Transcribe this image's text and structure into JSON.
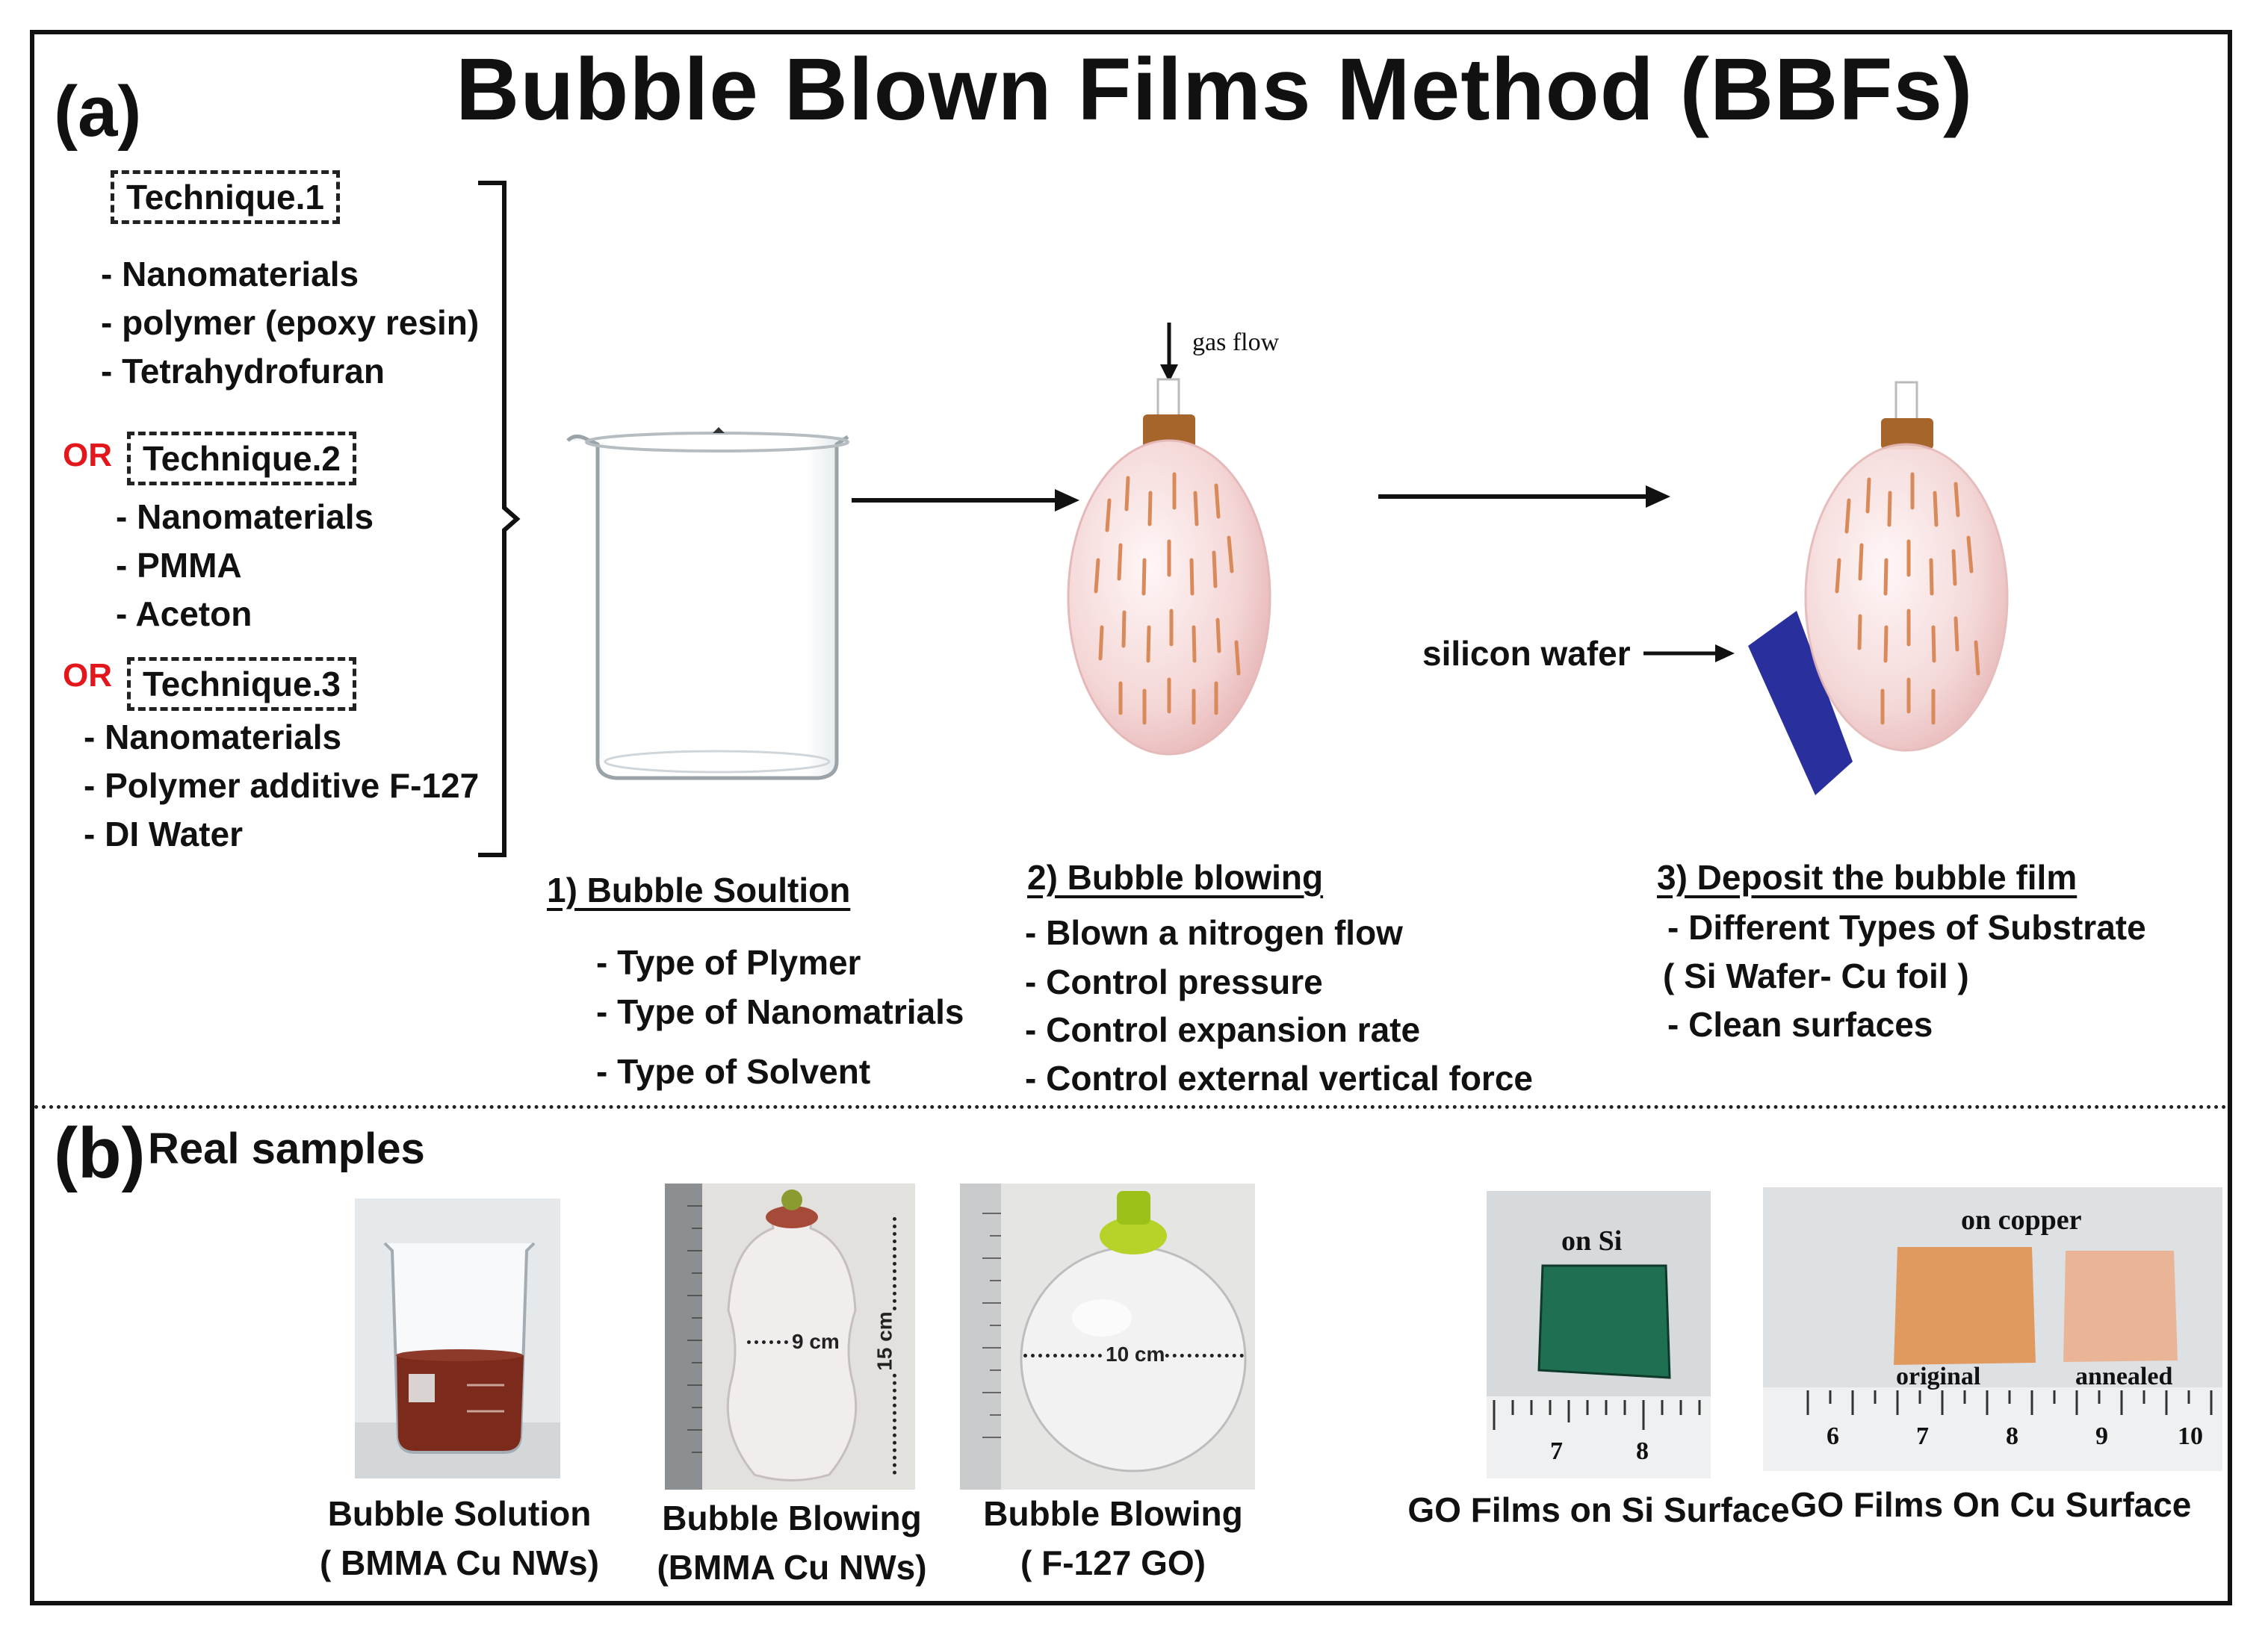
{
  "panel_a": {
    "label": "(a)",
    "title": "Bubble Blown Films Method (BBFs)",
    "or_label": "OR",
    "techniques": [
      {
        "name": "Technique.1",
        "items": [
          "- Nanomaterials",
          "- polymer (epoxy resin)",
          "- Tetrahydrofuran"
        ]
      },
      {
        "name": "Technique.2",
        "items": [
          "- Nanomaterials",
          "- PMMA",
          "- Aceton"
        ]
      },
      {
        "name": "Technique.3",
        "items": [
          "- Nanomaterials",
          "- Polymer additive F-127",
          "- DI Water"
        ]
      }
    ],
    "gas_flow_label": "gas flow",
    "silicon_wafer_label": "silicon wafer",
    "steps": [
      {
        "heading": "1) Bubble Soultion",
        "items": [
          "- Type of Plymer",
          "- Type of Nanomatrials",
          "- Type of Solvent"
        ]
      },
      {
        "heading": "2) Bubble blowing",
        "items": [
          "- Blown a nitrogen flow",
          "- Control pressure",
          "- Control expansion rate",
          "- Control external vertical force"
        ]
      },
      {
        "heading": "3) Deposit the bubble film",
        "items": [
          "- Different Types of Substrate",
          "( Si Wafer- Cu foil )",
          "- Clean surfaces"
        ]
      }
    ]
  },
  "panel_b": {
    "label": "(b)",
    "title": "Real samples",
    "samples": [
      {
        "caption_line1": "Bubble Solution",
        "caption_line2": "( BMMA Cu NWs)"
      },
      {
        "caption_line1": "Bubble Blowing",
        "caption_line2": "(BMMA Cu NWs)",
        "width_label": "9 cm",
        "height_label": "15 cm"
      },
      {
        "caption_line1": "Bubble Blowing",
        "caption_line2": "( F-127 GO)",
        "width_label": "10 cm"
      },
      {
        "caption_line1": "GO Films on Si Surface",
        "photo_label": "on Si",
        "ruler_numbers": [
          "7",
          "8"
        ]
      },
      {
        "caption_line1": "GO Films On Cu Surface",
        "photo_label": "on copper",
        "sub_labels": [
          "original",
          "annealed"
        ],
        "ruler_numbers": [
          "6",
          "7",
          "8",
          "9",
          "10"
        ]
      }
    ]
  },
  "colors": {
    "or_red": "#e3161b",
    "wafer_blue": "#2a2f9e",
    "bubble_pink": "#f2d2d2",
    "cork_brown": "#a6652b",
    "nanowire_orange": "#d98a5a"
  }
}
